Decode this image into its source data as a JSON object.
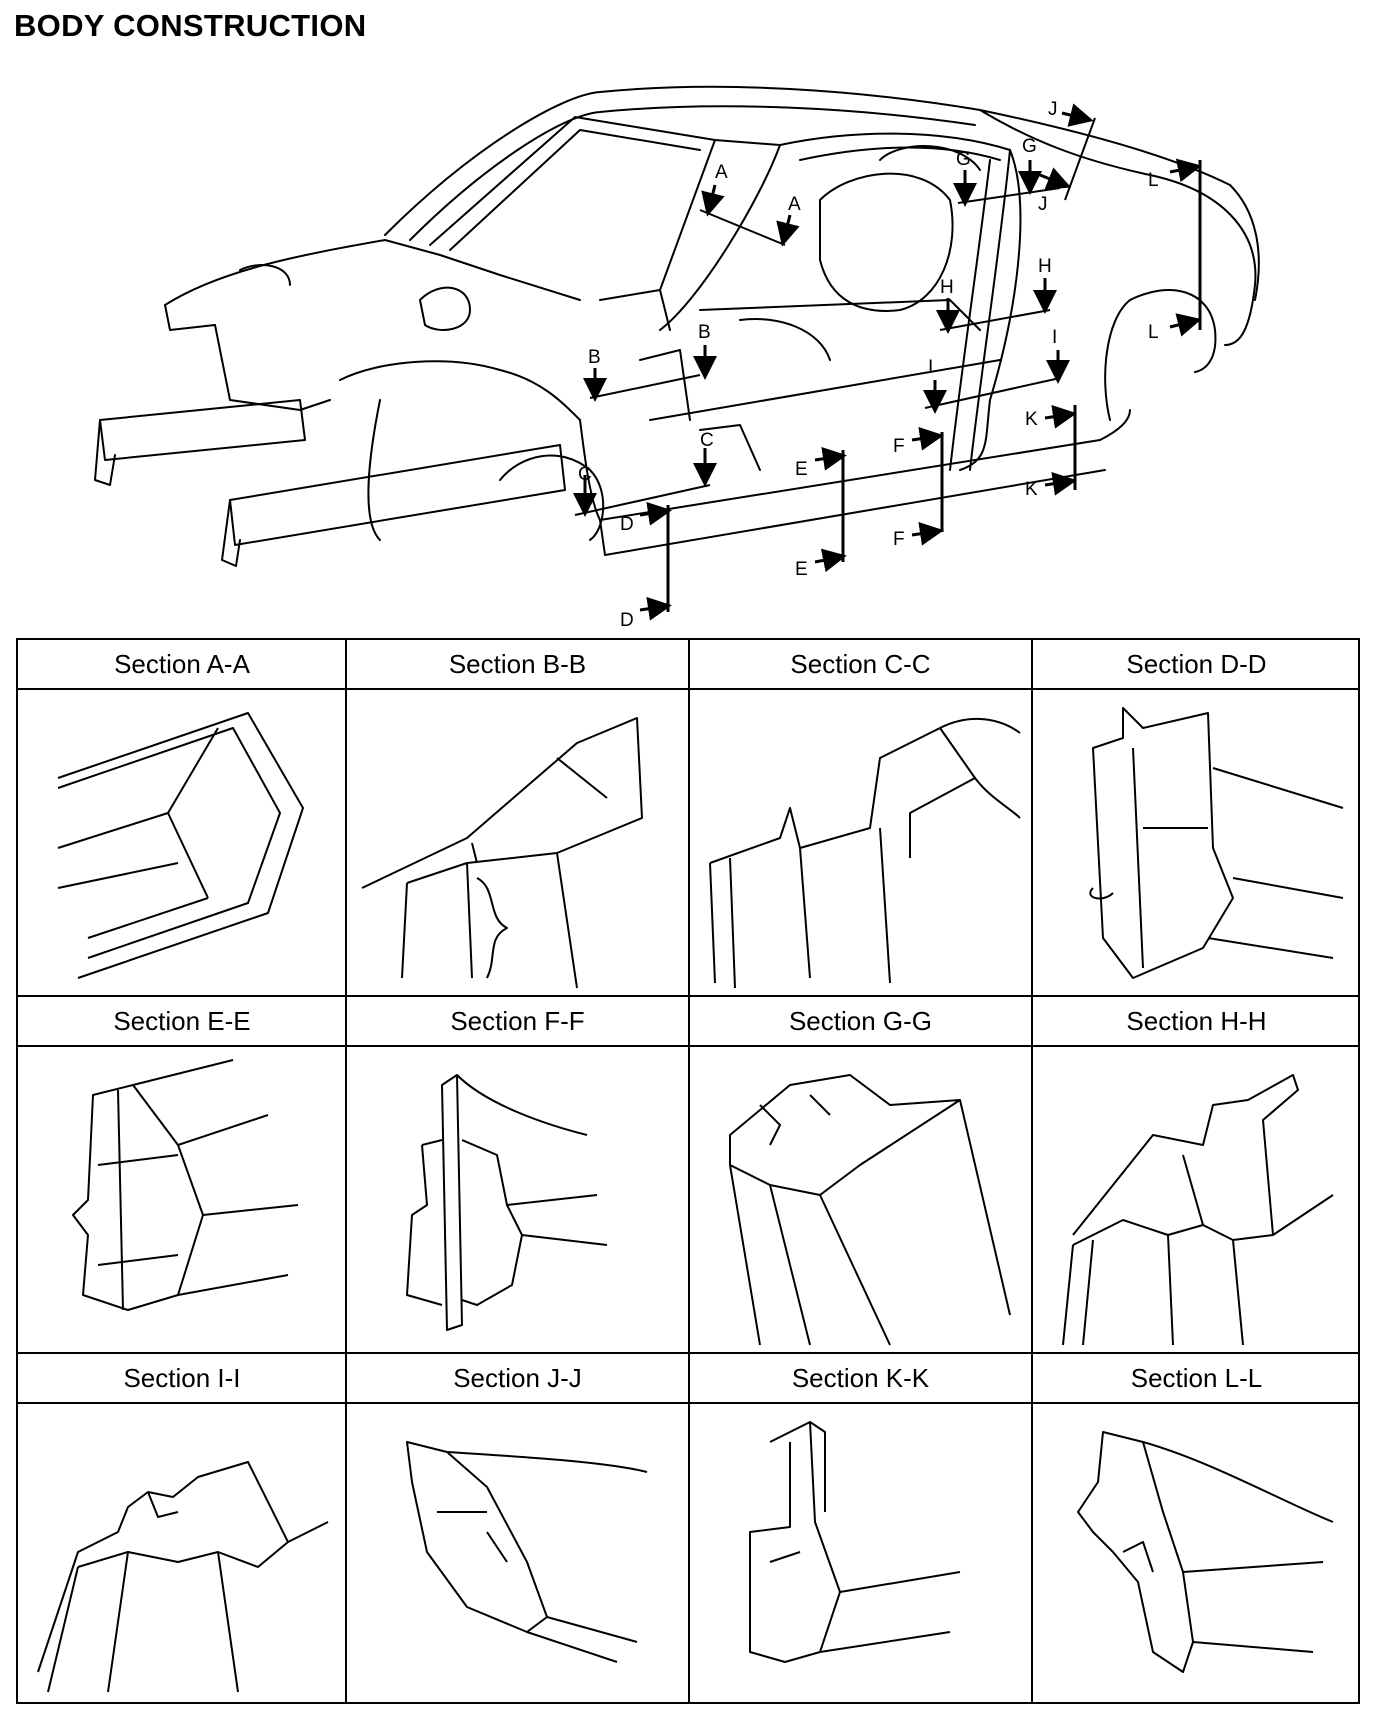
{
  "title": "BODY CONSTRUCTION",
  "section_labels": [
    "A",
    "B",
    "C",
    "D",
    "E",
    "F",
    "G",
    "H",
    "I",
    "J",
    "K",
    "L"
  ],
  "sections": [
    {
      "label": "Section A-A"
    },
    {
      "label": "Section B-B"
    },
    {
      "label": "Section C-C"
    },
    {
      "label": "Section D-D"
    },
    {
      "label": "Section E-E"
    },
    {
      "label": "Section F-F"
    },
    {
      "label": "Section G-G"
    },
    {
      "label": "Section H-H"
    },
    {
      "label": "Section I-I"
    },
    {
      "label": "Section J-J"
    },
    {
      "label": "Section K-K"
    },
    {
      "label": "Section L-L"
    }
  ]
}
